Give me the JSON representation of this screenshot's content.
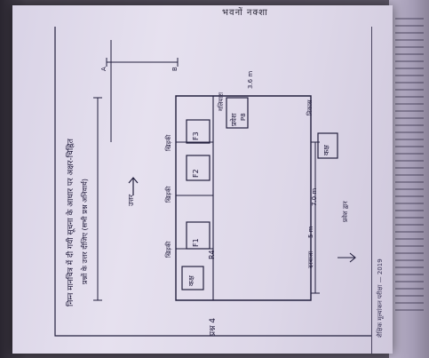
{
  "header": {
    "running_title": "भवनों नक्शा"
  },
  "prompt": {
    "line1": "निम्न मानचित्र में दी गयी सूचना के आधार पर अक्षर-चिह्नित",
    "line2": "प्रश्नों के उत्तर दीजिए (सभी प्रश्न अनिवार्य)"
  },
  "figure_number": "प्रश्न 4",
  "compass": {
    "label": "उत्तर",
    "scale_a": "A",
    "scale_b": "B"
  },
  "rooms": [
    {
      "label": "कक्ष",
      "sub": ""
    },
    {
      "label": "F1",
      "sub": ""
    },
    {
      "label": "F2",
      "sub": ""
    },
    {
      "label": "F3",
      "sub": ""
    },
    {
      "label": "R4",
      "sub": ""
    },
    {
      "label": "प्रवेश",
      "sub": "P8"
    },
    {
      "label": "कक्ष",
      "sub": ""
    }
  ],
  "dimensions": {
    "d1": "7.0 m",
    "d2": "3.6 m",
    "d3": "5 m",
    "d4": "दरवाजा"
  },
  "labels": {
    "door_a": "खिड़की",
    "door_b": "खिड़की",
    "door_c": "खिड़की",
    "corridor": "गलियारा",
    "exit": "निकास",
    "entry": "प्रवेश द्वार"
  },
  "side_strip": {
    "text": "शैक्षिक मूल्यांकन परीक्षा — 2019"
  }
}
